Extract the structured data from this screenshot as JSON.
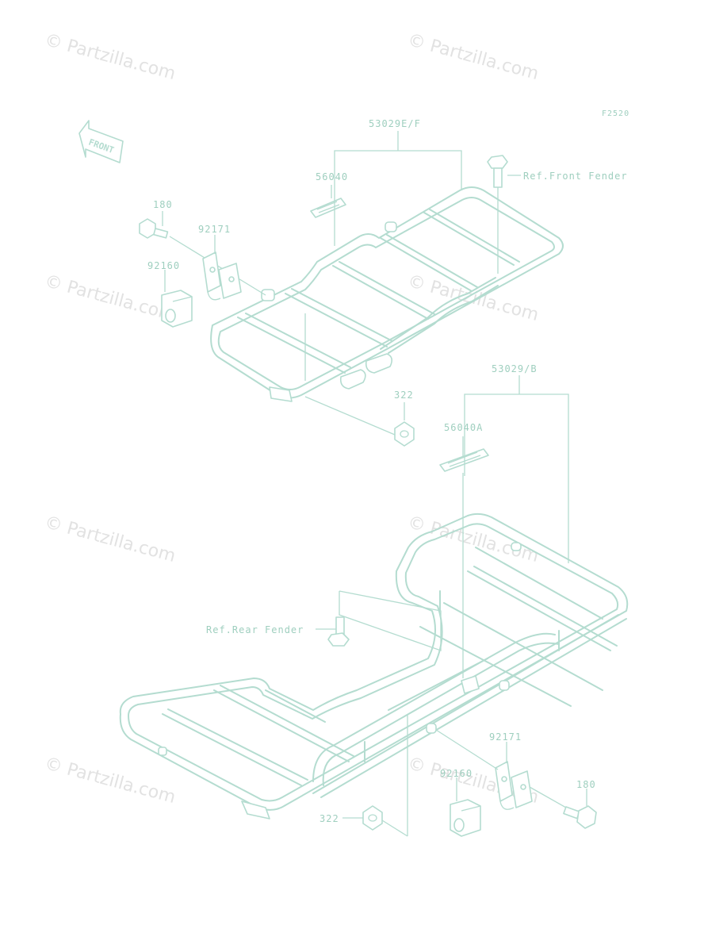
{
  "diagram": {
    "figure_code": "F2520",
    "front_indicator": "FRONT",
    "watermark_text": "© Partzilla.com",
    "line_color": "#b4dcd0",
    "label_color": "#9fcfbf",
    "labels": {
      "front_carrier_assy": "53029E/F",
      "front_label_decal": "56040",
      "ref_front_fender": "Ref.Front Fender",
      "front_bolt": "180",
      "front_bracket": "92171",
      "front_damper": "92160",
      "front_nut": "322",
      "rear_carrier_assy": "53029/B",
      "rear_label_decal": "56040A",
      "ref_rear_fender": "Ref.Rear Fender",
      "rear_bracket": "92171",
      "rear_damper": "92160",
      "rear_bolt": "180",
      "rear_nut": "322"
    }
  }
}
